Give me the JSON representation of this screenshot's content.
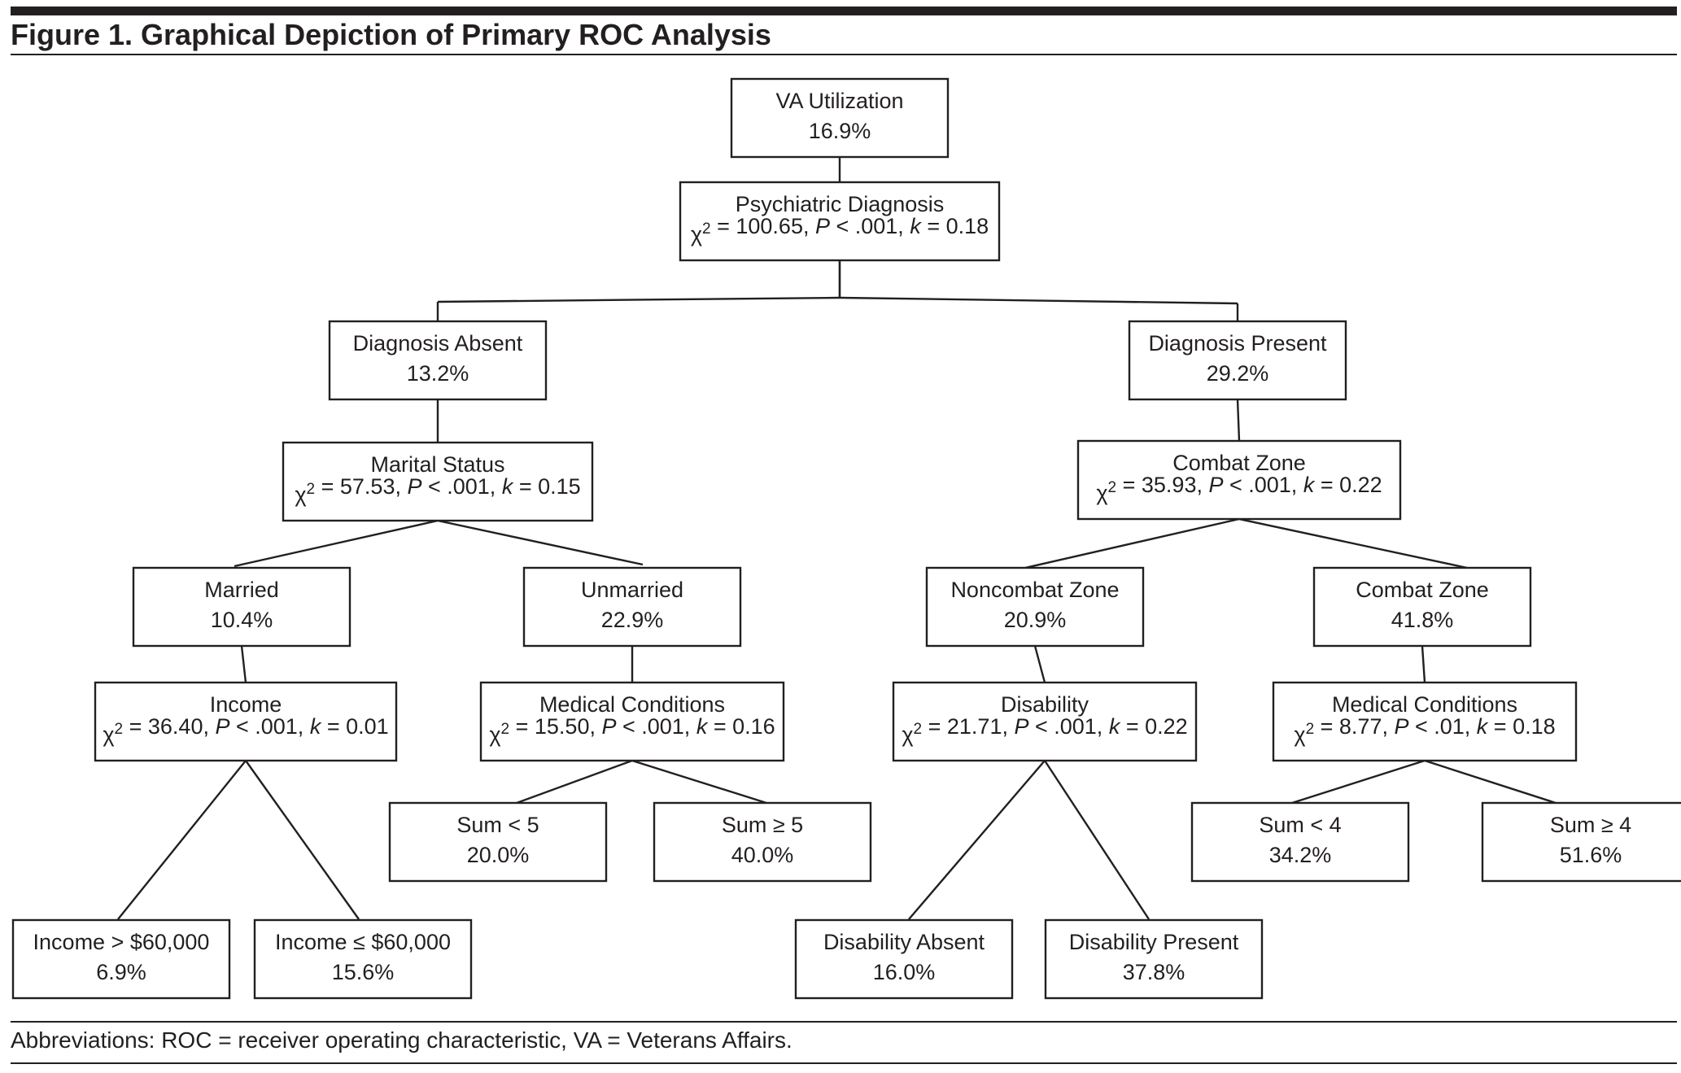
{
  "figure": {
    "title": "Figure 1. Graphical Depiction of Primary ROC Analysis",
    "footnote": "Abbreviations: ROC = receiver operating characteristic, VA = Veterans Affairs."
  },
  "tree": {
    "nodes": [
      {
        "id": "va-utilization",
        "kind": "outcome",
        "label": "VA Utilization",
        "value": "16.9%"
      },
      {
        "id": "psychiatric-diagnosis",
        "kind": "split",
        "label": "Psychiatric Diagnosis",
        "chi2": "100.65",
        "p": ".001",
        "k": "0.18"
      },
      {
        "id": "diagnosis-absent",
        "kind": "outcome",
        "label": "Diagnosis Absent",
        "value": "13.2%"
      },
      {
        "id": "diagnosis-present",
        "kind": "outcome",
        "label": "Diagnosis Present",
        "value": "29.2%"
      },
      {
        "id": "marital-status",
        "kind": "split",
        "label": "Marital Status",
        "chi2": "57.53",
        "p": ".001",
        "k": "0.15"
      },
      {
        "id": "combat-zone-split",
        "kind": "split",
        "label": "Combat Zone",
        "chi2": "35.93",
        "p": ".001",
        "k": "0.22"
      },
      {
        "id": "married",
        "kind": "outcome",
        "label": "Married",
        "value": "10.4%"
      },
      {
        "id": "unmarried",
        "kind": "outcome",
        "label": "Unmarried",
        "value": "22.9%"
      },
      {
        "id": "noncombat-zone",
        "kind": "outcome",
        "label": "Noncombat Zone",
        "value": "20.9%"
      },
      {
        "id": "combat-zone",
        "kind": "outcome",
        "label": "Combat Zone",
        "value": "41.8%"
      },
      {
        "id": "income",
        "kind": "split",
        "label": "Income",
        "chi2": "36.40",
        "p": ".001",
        "k": "0.01"
      },
      {
        "id": "medical-conditions-left",
        "kind": "split",
        "label": "Medical Conditions",
        "chi2": "15.50",
        "p": ".001",
        "k": "0.16"
      },
      {
        "id": "disability",
        "kind": "split",
        "label": "Disability",
        "chi2": "21.71",
        "p": ".001",
        "k": "0.22"
      },
      {
        "id": "medical-conditions-right",
        "kind": "split",
        "label": "Medical Conditions",
        "chi2": "8.77",
        "p": ".01",
        "k": "0.18"
      },
      {
        "id": "sum-lt-5",
        "kind": "outcome",
        "label": "Sum < 5",
        "value": "20.0%"
      },
      {
        "id": "sum-ge-5",
        "kind": "outcome",
        "label": "Sum ≥ 5",
        "value": "40.0%"
      },
      {
        "id": "sum-lt-4",
        "kind": "outcome",
        "label": "Sum < 4",
        "value": "34.2%"
      },
      {
        "id": "sum-ge-4",
        "kind": "outcome",
        "label": "Sum ≥ 4",
        "value": "51.6%"
      },
      {
        "id": "income-gt-60000",
        "kind": "outcome",
        "label": "Income > $60,000",
        "value": "6.9%"
      },
      {
        "id": "income-le-60000",
        "kind": "outcome",
        "label": "Income ≤ $60,000",
        "value": "15.6%"
      },
      {
        "id": "disability-absent",
        "kind": "outcome",
        "label": "Disability Absent",
        "value": "16.0%"
      },
      {
        "id": "disability-present",
        "kind": "outcome",
        "label": "Disability Present",
        "value": "37.8%"
      }
    ],
    "edges": [
      [
        "va-utilization",
        "psychiatric-diagnosis"
      ],
      [
        "psychiatric-diagnosis",
        "diagnosis-absent"
      ],
      [
        "psychiatric-diagnosis",
        "diagnosis-present"
      ],
      [
        "diagnosis-absent",
        "marital-status"
      ],
      [
        "diagnosis-present",
        "combat-zone-split"
      ],
      [
        "marital-status",
        "married"
      ],
      [
        "marital-status",
        "unmarried"
      ],
      [
        "combat-zone-split",
        "noncombat-zone"
      ],
      [
        "combat-zone-split",
        "combat-zone"
      ],
      [
        "married",
        "income"
      ],
      [
        "unmarried",
        "medical-conditions-left"
      ],
      [
        "noncombat-zone",
        "disability"
      ],
      [
        "combat-zone",
        "medical-conditions-right"
      ],
      [
        "medical-conditions-left",
        "sum-lt-5"
      ],
      [
        "medical-conditions-left",
        "sum-ge-5"
      ],
      [
        "medical-conditions-right",
        "sum-lt-4"
      ],
      [
        "medical-conditions-right",
        "sum-ge-4"
      ],
      [
        "income",
        "income-gt-60000"
      ],
      [
        "income",
        "income-le-60000"
      ],
      [
        "disability",
        "disability-absent"
      ],
      [
        "disability",
        "disability-present"
      ]
    ]
  }
}
